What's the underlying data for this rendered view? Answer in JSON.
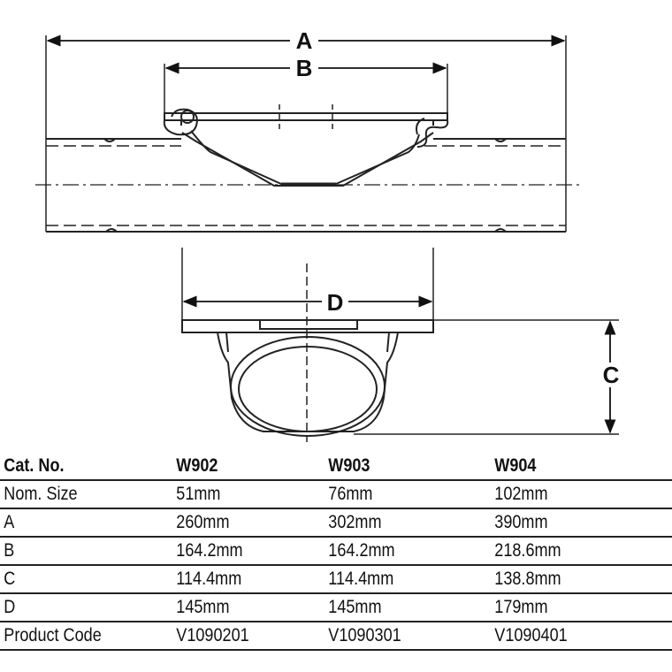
{
  "drawing": {
    "dimension_labels": {
      "a": "A",
      "b": "B",
      "c": "C",
      "d": "D"
    }
  },
  "table": {
    "header": [
      "Cat. No.",
      "W902",
      "W903",
      "W904"
    ],
    "rows": [
      [
        "Nom. Size",
        "51mm",
        "76mm",
        "102mm"
      ],
      [
        "A",
        "260mm",
        "302mm",
        "390mm"
      ],
      [
        "B",
        "164.2mm",
        "164.2mm",
        "218.6mm"
      ],
      [
        "C",
        "114.4mm",
        "114.4mm",
        "138.8mm"
      ],
      [
        "D",
        "145mm",
        "145mm",
        "179mm"
      ],
      [
        "Product Code",
        "V1090201",
        "V1090301",
        "V1090401"
      ]
    ]
  }
}
